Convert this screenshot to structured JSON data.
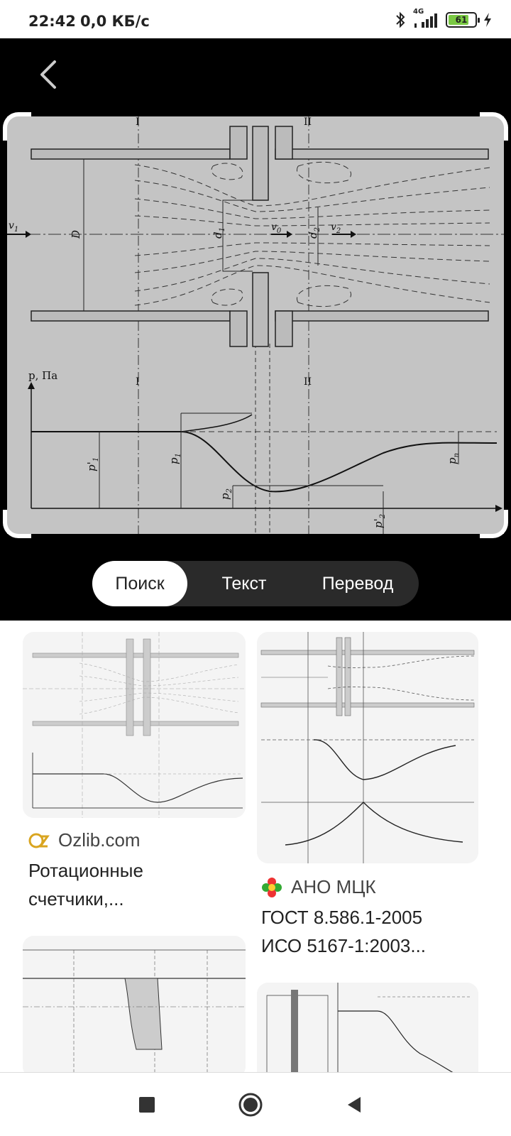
{
  "status": {
    "time": "22:42",
    "network_speed": "0,0 КБ/с",
    "signal_label": "4G",
    "battery": "61"
  },
  "diagram": {
    "label_v1": "v",
    "label_v1_sub": "1",
    "label_D": "D",
    "label_d1": "d",
    "label_d1_sub": "1",
    "label_v0": "v",
    "label_v0_sub": "0",
    "label_d2": "d",
    "label_d2_sub": "2",
    "label_v2": "v",
    "label_v2_sub": "2",
    "section_I": "I",
    "section_II": "II",
    "axis_label": "p, Па",
    "label_p1prime": "p'",
    "label_p1prime_sub": "1",
    "label_p1": "p",
    "label_p1_sub": "1",
    "label_p2": "p",
    "label_p2_sub": "2",
    "label_p2prime": "p'",
    "label_p2prime_sub": "2",
    "label_pn": "p",
    "label_pn_sub": "n"
  },
  "tabs": {
    "search": "Поиск",
    "text": "Текст",
    "translate": "Перевод"
  },
  "results": [
    {
      "source": "Ozlib.com",
      "title_line1": "Ротационные",
      "title_line2": "счетчики,..."
    },
    {
      "source": "АНО МЦК",
      "title_line1": "ГОСТ 8.586.1-2005",
      "title_line2": "ИСО 5167-1:2003..."
    }
  ],
  "icons": {
    "back": "back-arrow-icon",
    "bluetooth": "bluetooth-icon",
    "signal": "signal-icon",
    "battery": "battery-icon",
    "charging": "charging-icon",
    "nav_recent": "square-icon",
    "nav_home": "circle-icon",
    "nav_back": "triangle-back-icon"
  },
  "colors": {
    "image_bg": "#c4c4c4",
    "battery_fill": "#7ac943",
    "tab_bg": "#2a2a2a"
  }
}
